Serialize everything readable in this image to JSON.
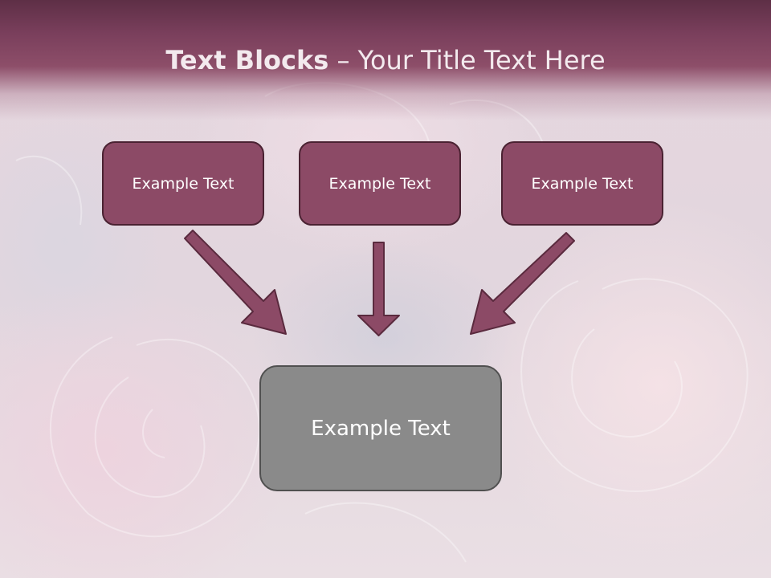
{
  "slide": {
    "title_bold": "Text Blocks",
    "title_rest": " – Your Title Text Here"
  },
  "blocks": {
    "top": [
      "Example Text",
      "Example Text",
      "Example Text"
    ],
    "bottom": "Example Text"
  },
  "colors": {
    "title_bar": "#7a3f5c",
    "top_box_fill": "#8c4a66",
    "top_box_border": "#4a2232",
    "bottom_box_fill": "#8a8a8a",
    "bottom_box_border": "#505050",
    "arrow_fill": "#8c4a66"
  }
}
